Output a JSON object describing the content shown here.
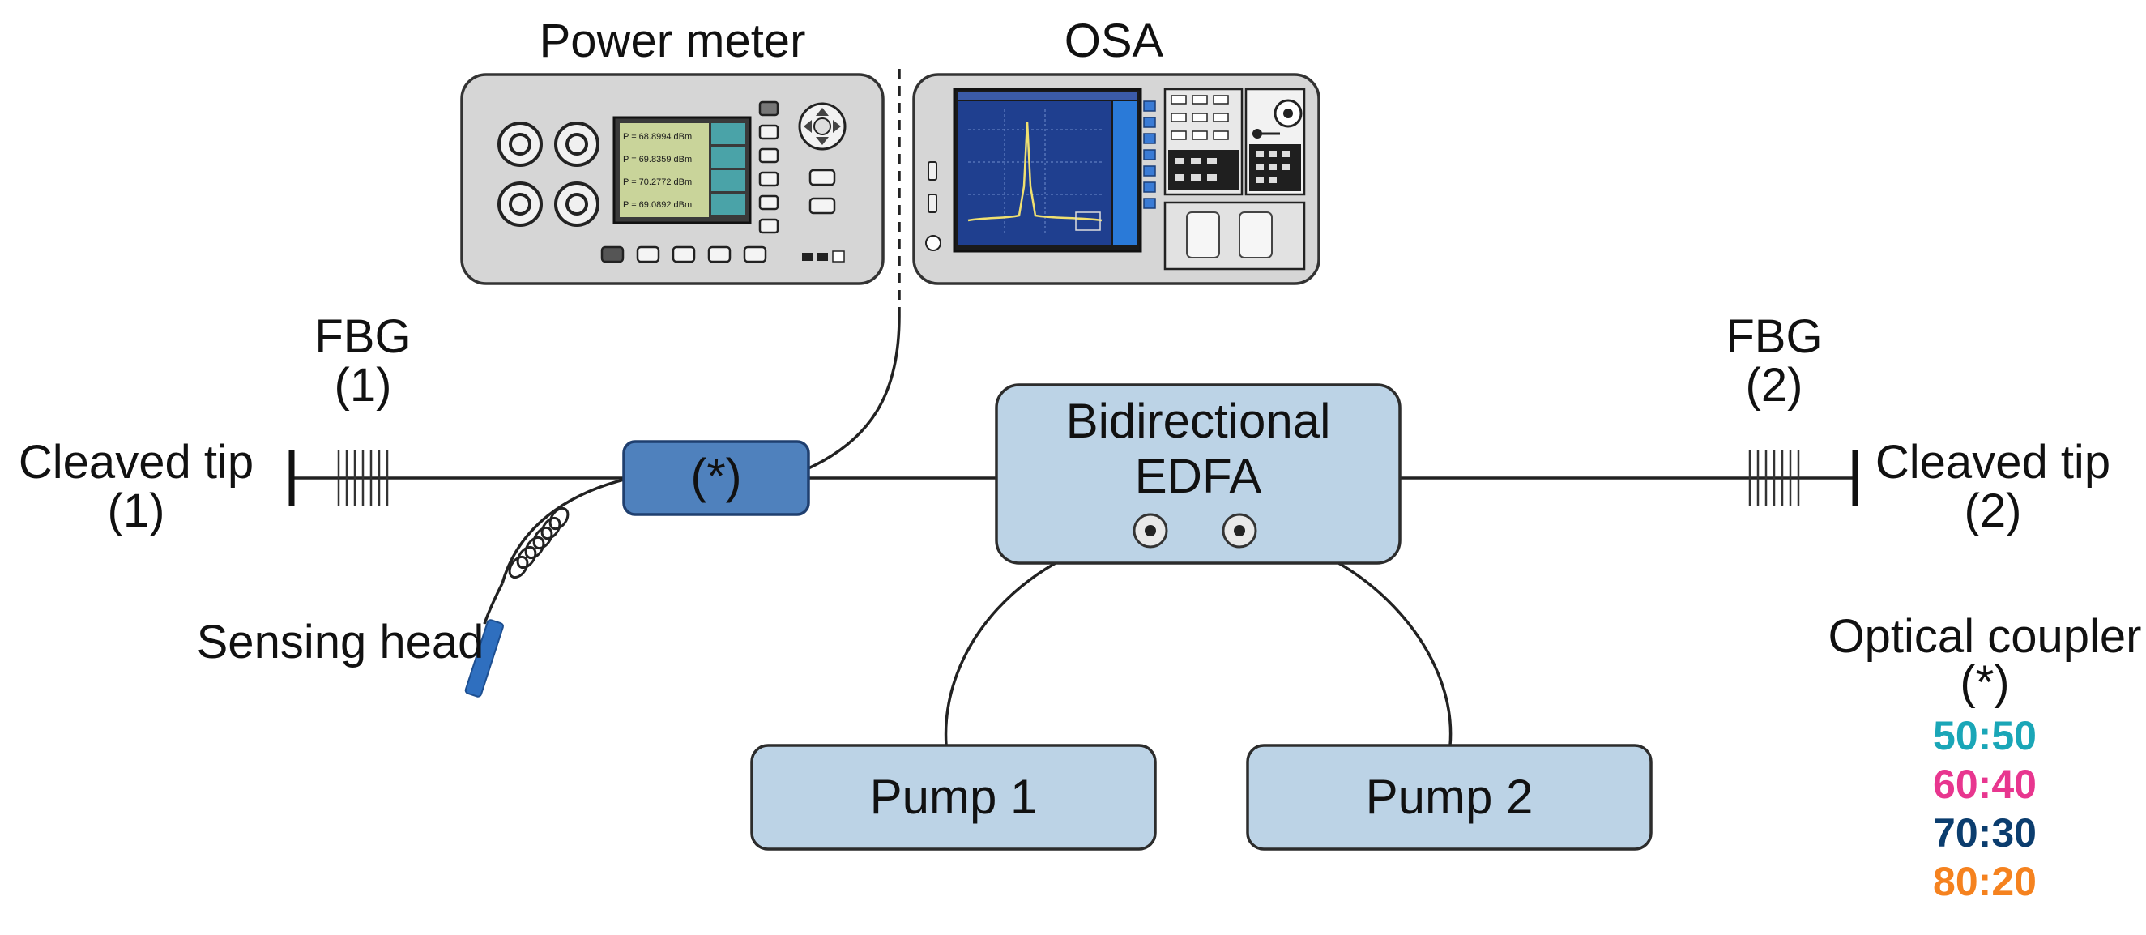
{
  "instruments": {
    "power_meter": {
      "label": "Power meter",
      "readings": [
        "P = 68.8994 dBm",
        "P = 69.8359 dBm",
        "P = 70.2772 dBm",
        "P = 69.0892 dBm"
      ]
    },
    "osa": {
      "label": "OSA"
    }
  },
  "fbg_left": {
    "line1": "FBG",
    "line2": "(1)"
  },
  "fbg_right": {
    "line1": "FBG",
    "line2": "(2)"
  },
  "cleaved_left": {
    "line1": "Cleaved tip",
    "line2": "(1)"
  },
  "cleaved_right": {
    "line1": "Cleaved tip",
    "line2": "(2)"
  },
  "coupler": {
    "label": "(*)"
  },
  "edfa": {
    "line1": "Bidirectional",
    "line2": "EDFA"
  },
  "sensing_head": {
    "label": "Sensing head"
  },
  "pump1": {
    "label": "Pump 1"
  },
  "pump2": {
    "label": "Pump 2"
  },
  "legend": {
    "title": "Optical coupler",
    "symbol": "(*)",
    "ratios": [
      {
        "label": "50:50",
        "color": "#1aa6b7"
      },
      {
        "label": "60:40",
        "color": "#e8368f"
      },
      {
        "label": "70:30",
        "color": "#0b3d6e"
      },
      {
        "label": "80:20",
        "color": "#f5821f"
      }
    ]
  },
  "colors": {
    "box_fill": "#bcd3e6",
    "box_stroke": "#2c2c2c",
    "coupler_fill": "#4f81bd",
    "sensing_head": "#2f6fbf",
    "instrument_body": "#d6d6d6",
    "osa_screen": "#1f3f8f"
  }
}
